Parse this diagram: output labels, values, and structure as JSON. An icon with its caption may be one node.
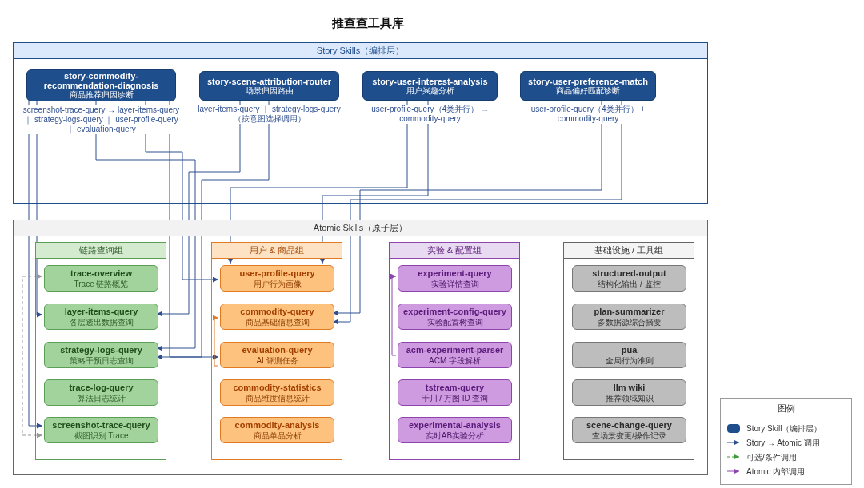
{
  "diagram": {
    "title": "推查查工具库",
    "nodes": [
      {
        "text": [
          "Story Skills（编排层）"
        ]
      },
      {
        "text": [
          "story-commodity-recommendation-diagnosis",
          "商品推荐归因诊断"
        ],
        "in": 0,
        "beside": [
          "screenshot-trace-query → layer-items-query ｜ strategy-logs-query ｜ user-profile-query ｜ evaluation-query"
        ]
      },
      {
        "text": [
          "story-scene-attribution-router",
          "场景归因路由"
        ],
        "in": 0,
        "beside": [
          "layer-items-query ｜ strategy-logs-query （按意图选择调用）"
        ]
      },
      {
        "text": [
          "story-user-interest-analysis",
          "用户兴趣分析"
        ],
        "in": 0,
        "beside": [
          "user-profile-query（4类并行） → commodity-query"
        ]
      },
      {
        "text": [
          "story-user-preference-match",
          "商品偏好匹配诊断"
        ],
        "in": 0,
        "beside": [
          "user-profile-query（4类并行） + commodity-query"
        ]
      },
      {
        "text": [
          "Atomic Skills（原子层）"
        ]
      },
      {
        "text": [
          "链路查询组"
        ],
        "in": 5
      },
      {
        "text": [
          "trace-overview",
          "Trace 链路概览"
        ],
        "in": 6
      },
      {
        "text": [
          "layer-items-query",
          "各层透出数据查询"
        ],
        "in": 6
      },
      {
        "text": [
          "strategy-logs-query",
          "策略干预日志查询"
        ],
        "in": 6
      },
      {
        "text": [
          "trace-log-query",
          "算法日志统计"
        ],
        "in": 6
      },
      {
        "text": [
          "screenshot-trace-query",
          "截图识别 Trace"
        ],
        "in": 6
      },
      {
        "text": [
          "用户 & 商品组"
        ],
        "in": 5
      },
      {
        "text": [
          "user-profile-query",
          "用户行为画像"
        ],
        "in": 12
      },
      {
        "text": [
          "commodity-query",
          "商品基础信息查询"
        ],
        "in": 12
      },
      {
        "text": [
          "evaluation-query",
          "AI 评测任务"
        ],
        "in": 12
      },
      {
        "text": [
          "commodity-statistics",
          "商品维度信息统计"
        ],
        "in": 12
      },
      {
        "text": [
          "commodity-analysis",
          "商品单品分析"
        ],
        "in": 12
      },
      {
        "text": [
          "实验 & 配置组"
        ],
        "in": 5
      },
      {
        "text": [
          "experiment-query",
          "实验详情查询"
        ],
        "in": 18
      },
      {
        "text": [
          "experiment-config-query",
          "实验配置树查询"
        ],
        "in": 18
      },
      {
        "text": [
          "acm-experiment-parser",
          "ACM 字段解析"
        ],
        "in": 18
      },
      {
        "text": [
          "tstream-query",
          "千川 / 万图 ID 查询"
        ],
        "in": 18
      },
      {
        "text": [
          "experimental-analysis",
          "实时AB实验分析"
        ],
        "in": 18
      },
      {
        "text": [
          "基础设施 / 工具组"
        ],
        "in": 5
      },
      {
        "text": [
          "structured-output",
          "结构化输出 / 监控"
        ],
        "in": 24
      },
      {
        "text": [
          "plan-summarizer",
          "多数据源综合摘要"
        ],
        "in": 24
      },
      {
        "text": [
          "pua",
          "全局行为准则"
        ],
        "in": 24
      },
      {
        "text": [
          "llm wiki",
          "推荐领域知识"
        ],
        "in": 24
      },
      {
        "text": [
          "scene-change-query",
          "查场景变更/操作记录"
        ],
        "in": 24
      }
    ],
    "edges": [
      {
        "from": 1,
        "to": 11,
        "arrow": "to"
      },
      {
        "from": 1,
        "to": 8,
        "arrow": "to"
      },
      {
        "from": 1,
        "to": 9,
        "arrow": "to"
      },
      {
        "from": 1,
        "to": 13,
        "arrow": "to"
      },
      {
        "from": 1,
        "to": 15,
        "arrow": "to"
      },
      {
        "from": 2,
        "to": 8,
        "arrow": "to"
      },
      {
        "from": 2,
        "to": 9,
        "arrow": "to"
      },
      {
        "from": 3,
        "to": 13,
        "arrow": "to"
      },
      {
        "from": 3,
        "to": 13,
        "arrow": "to"
      },
      {
        "from": 4,
        "to": 14,
        "arrow": "to"
      },
      {
        "from": 4,
        "to": 14,
        "arrow": "to"
      },
      {
        "from": 15,
        "to": 14,
        "arrow": "to",
        "color": "#e07b24"
      },
      {
        "from": 21,
        "to": 19,
        "arrow": "to",
        "color": "#8e44ad"
      },
      {
        "from": 11,
        "to": 7,
        "arrow": "both",
        "style": "dashed",
        "color": "#999999"
      }
    ],
    "labels": [
      "图例"
    ],
    "legend": [
      {
        "text": "Story Skill（编排层）",
        "color": "#1f4e8c"
      },
      {
        "text": "Story → Atomic 调用"
      },
      {
        "text": "可选/条件调用"
      },
      {
        "text": "Atomic 内部调用"
      }
    ]
  }
}
